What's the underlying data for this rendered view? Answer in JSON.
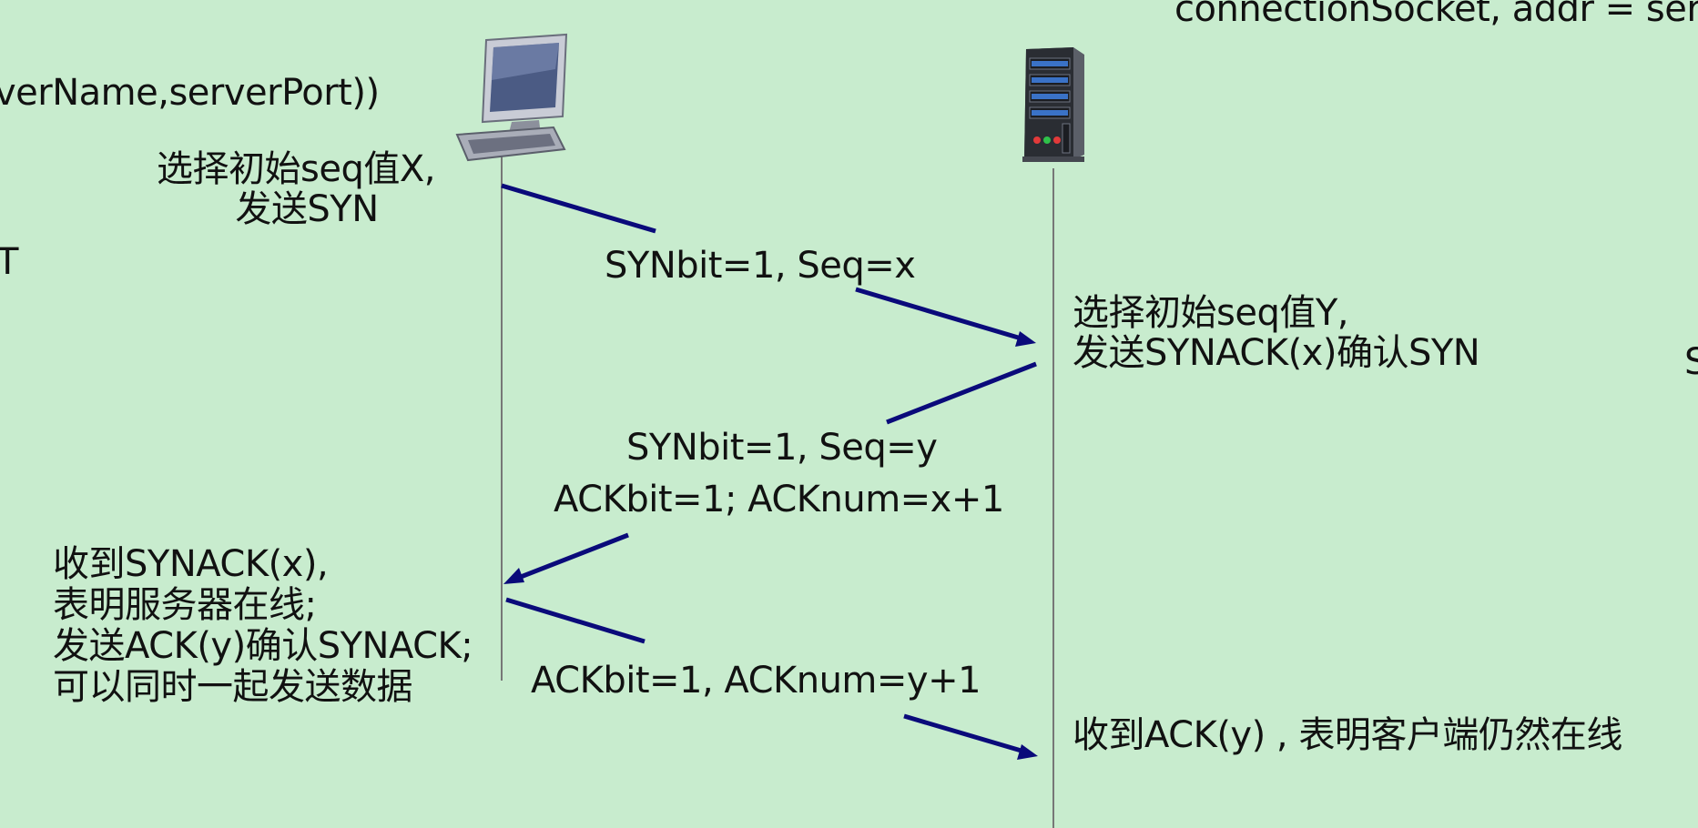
{
  "edge_text": {
    "top_right": "connectionSocket, addr = ser",
    "left_call": "verName,serverPort))",
    "left_state": "T",
    "right_state": "S"
  },
  "client": {
    "icon": "desktop-computer-icon",
    "step1_lines": [
      "选择初始seq值X,",
      "发送SYN"
    ],
    "step3_lines": [
      "收到SYNACK(x),",
      "表明服务器在线;",
      "发送ACK(y)确认SYNACK;",
      "可以同时一起发送数据"
    ]
  },
  "server": {
    "icon": "server-tower-icon",
    "step2_lines": [
      "选择初始seq值Y,",
      "发送SYNACK(x)确认SYN"
    ],
    "step4": "收到ACK(y) , 表明客户端仍然在线"
  },
  "messages": {
    "syn": "SYNbit=1, Seq=x",
    "synack_1": "SYNbit=1, Seq=y",
    "synack_2": "ACKbit=1; ACKnum=x+1",
    "ack": "ACKbit=1, ACKnum=y+1"
  },
  "colors": {
    "background": "#c8ecce",
    "arrow": "#0a0a7a",
    "timeline": "#777777",
    "text": "#111111"
  }
}
